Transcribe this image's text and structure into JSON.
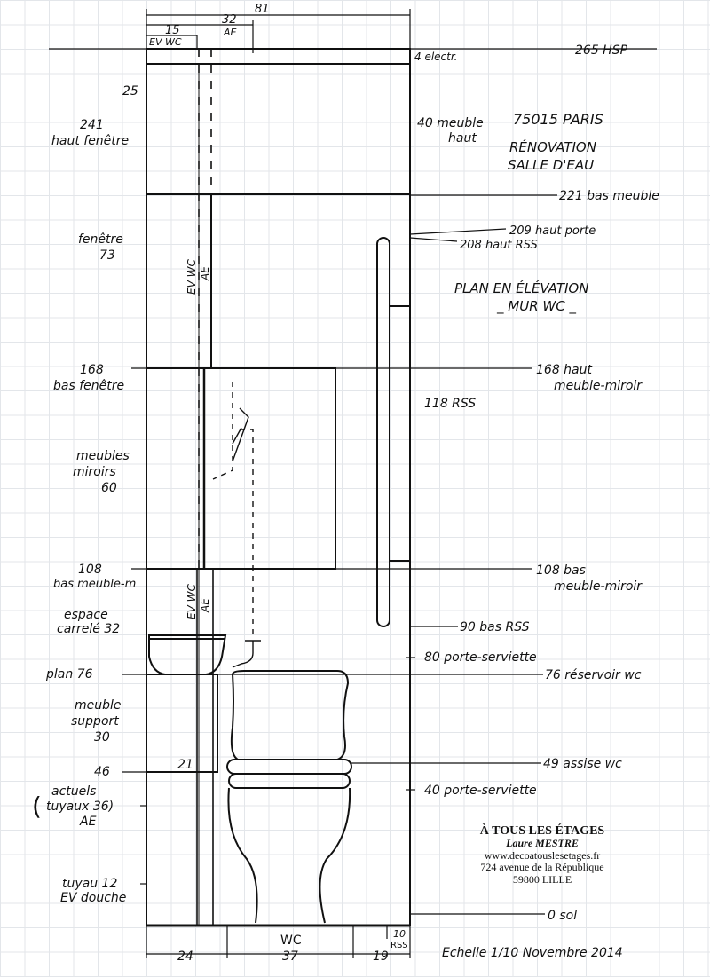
{
  "title": {
    "city": "75015 PARIS",
    "line1": "RÉNOVATION",
    "line2": "SALLE D'EAU",
    "plan1": "PLAN EN ÉLÉVATION",
    "plan2": "_ MUR WC _"
  },
  "dims_top": {
    "total": "81",
    "ev_wc_dist": "15",
    "ae_dist": "32",
    "ev_wc": "EV WC",
    "ae": "AE"
  },
  "right_labels": {
    "hsp": "265 HSP",
    "electr": "4 electr.",
    "meuble_haut_a": "40 meuble",
    "meuble_haut_b": "haut",
    "bas_meuble": "221 bas meuble",
    "haut_porte": "209 haut porte",
    "haut_rss": "208 haut RSS",
    "haut_miroir_a": "168 haut",
    "haut_miroir_b": "meuble-miroir",
    "rss": "118 RSS",
    "bas_miroir_a": "108 bas",
    "bas_miroir_b": "meuble-miroir",
    "bas_rss": "90 bas RSS",
    "porte_serv_80": "80 porte-serviette",
    "reservoir": "76 réservoir wc",
    "assise": "49 assise wc",
    "porte_serv_40": "40 porte-serviette",
    "sol": "0 sol"
  },
  "left_labels": {
    "v25": "25",
    "v241": "241",
    "haut_fenetre": "haut fenêtre",
    "fenetre": "fenêtre",
    "v73": "73",
    "v168": "168",
    "bas_fenetre": "bas fenêtre",
    "meubles": "meubles",
    "miroirs": "miroirs",
    "v60": "60",
    "v108": "108",
    "bas_meuble_m": "bas meuble-m",
    "espace": "espace",
    "carrele": "carrelé 32",
    "plan": "plan 76",
    "meuble": "meuble",
    "support": "support",
    "v30": "30",
    "v46": "46",
    "v21": "21",
    "actuels": "actuels",
    "tuyaux": "tuyaux  36)",
    "ae": "AE",
    "paren": "(",
    "tuyau": "tuyau 12",
    "ev_douche": "EV douche"
  },
  "vertical_labels": {
    "ev_wc": "EV WC",
    "ae": "AE"
  },
  "bottom": {
    "d24": "24",
    "wc": "WC",
    "d37": "37",
    "d19": "19",
    "d10": "10",
    "rss": "RSS",
    "scale": "Echelle 1/10  Novembre 2014"
  },
  "stamp": {
    "company": "À TOUS LES ÉTAGES",
    "name": "Laure MESTRE",
    "web": "www.decoatouslesetages.fr",
    "street": "724 avenue de la République",
    "city": "59800  LILLE"
  }
}
